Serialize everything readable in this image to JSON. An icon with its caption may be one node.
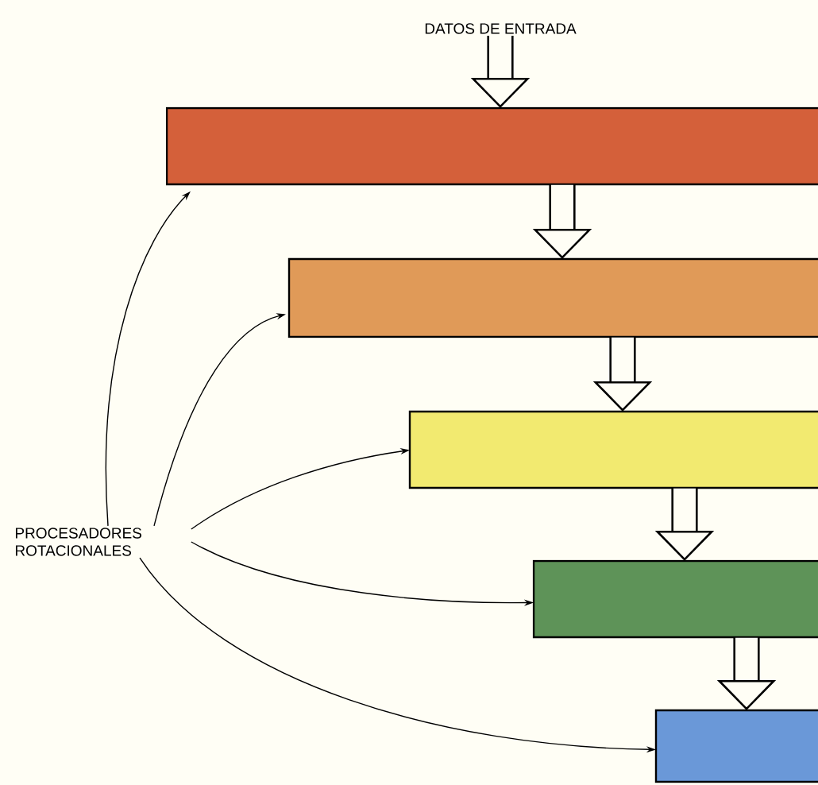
{
  "diagram": {
    "nodes": [
      {
        "text": [
          "DATOS DE ENTRADA"
        ]
      },
      {
        "text": [],
        "shape": "bar"
      },
      {
        "text": [],
        "shape": "bar"
      },
      {
        "text": [],
        "shape": "bar"
      },
      {
        "text": [],
        "shape": "bar"
      },
      {
        "text": [],
        "shape": "bar"
      },
      {
        "text": [
          "PROCESADORES ROTACIONALES"
        ]
      }
    ],
    "edges": [
      {
        "from": 0,
        "to": 1,
        "arrow": "to",
        "style": "thick"
      },
      {
        "from": 1,
        "to": 2,
        "arrow": "to",
        "style": "thick"
      },
      {
        "from": 2,
        "to": 3,
        "arrow": "to",
        "style": "thick"
      },
      {
        "from": 3,
        "to": 4,
        "arrow": "to",
        "style": "thick"
      },
      {
        "from": 4,
        "to": 5,
        "arrow": "to",
        "style": "thick"
      },
      {
        "from": 6,
        "to": 1,
        "arrow": "to"
      },
      {
        "from": 6,
        "to": 2,
        "arrow": "to"
      },
      {
        "from": 6,
        "to": 3,
        "arrow": "to"
      },
      {
        "from": 6,
        "to": 4,
        "arrow": "to"
      },
      {
        "from": 6,
        "to": 5,
        "arrow": "to"
      }
    ]
  }
}
